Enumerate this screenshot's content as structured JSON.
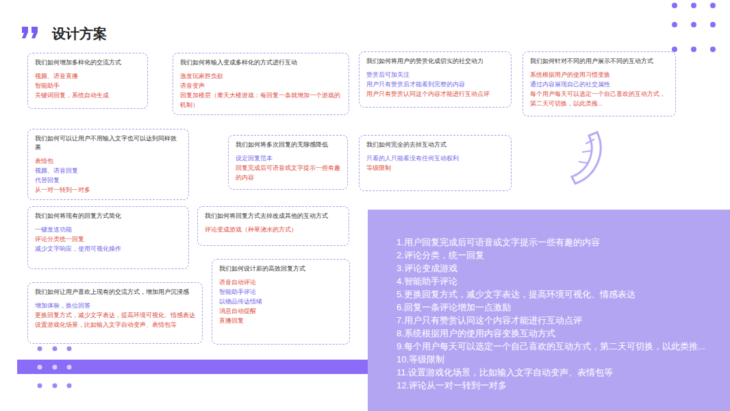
{
  "diagram": {
    "title": "设计方案",
    "nodes": [
      {
        "text": [
          "我们如何增加多样化的交流方式",
          "视频、语音直播",
          "智能助手",
          "关键词回复，系统自动生成"
        ]
      },
      {
        "text": [
          "我们如何将输入变成多样化的方式进行互动",
          "激发玩家胜负欲",
          "语音变声",
          "回复加楼层（摩天大楼游戏：每回复一条就增加一个游戏的机制）"
        ]
      },
      {
        "text": [
          "我们如何将用户的赞赏化成切实的社交动力",
          "赞赏后可加关注",
          "用户只有赞赏后才能看到完整的内容",
          "用户只有赞赏认同这个内容才能进行互动点评"
        ]
      },
      {
        "text": [
          "我们如何针对不同的用户展示不同的互动方式",
          "系统根据用户的使用习惯变换",
          "通过内容展现自己的社交属性",
          "每个用户每天可以选定一个自己喜欢的互动方式，第二天可切换，以此类推..."
        ]
      },
      {
        "text": [
          "我们如何可以让用户不用输入文字也可以达到同样效果",
          "表情包",
          "视频、语音回复",
          "代替回复",
          "从一对一转到一对多"
        ]
      },
      {
        "text": [
          "我们如何将多次回复的无聊感降低",
          "设定回复范本",
          "回复完成后可语音或文字提示一些有趣的内容"
        ]
      },
      {
        "text": [
          "我们如何完全的去掉互动方式",
          "只看的人只能看没有任何互动权利",
          "等级限制"
        ]
      },
      {
        "text": [
          "我们如何将现有的回复方式简化",
          "一键发送功能",
          "评论分类统一回复",
          "减少文字响应，使用可视化操作"
        ]
      },
      {
        "text": [
          "我们如何将回复方式去掉改成其他的互动方式",
          "评论变成游戏（种草浇水的方式）"
        ]
      },
      {
        "text": [
          "我们如何设计新的高效回复方式",
          "语音自动评论",
          "智能助手评论",
          "以物品传达情绪",
          "消息自动提醒",
          "直播回复"
        ]
      },
      {
        "text": [
          "我们如何让用户喜欢上现有的交流方式，增加用户沉浸感",
          "增加体验，换位回答",
          "更换回复方式，减少文字表达，提高环境可视化、情感表达",
          "设置游戏化场景，比如输入文字自动变声、表情包等"
        ]
      },
      {
        "text": [
          "1.用户回复完成后可语音或文字提示一些有趣的内容",
          "2.评论分类，统一回复",
          "3.评论变成游戏",
          "4.智能助手评论",
          "5.更换回复方式，减少文字表达，提高环境可视化、情感表达",
          "6.回复一条评论增加一点激励",
          "7.用户只有赞赏认同这个内容才能进行互动点评",
          "8.系统根据用户的使用内容变换互动方式",
          "9.每个用户每天可以选定一个自己喜欢的互动方式，第二天可切换，以此类推...",
          "10.等级限制",
          "11.设置游戏化场景，比如输入文字自动变声、表情包等",
          "12.评论从一对一转到一对多"
        ]
      }
    ]
  }
}
